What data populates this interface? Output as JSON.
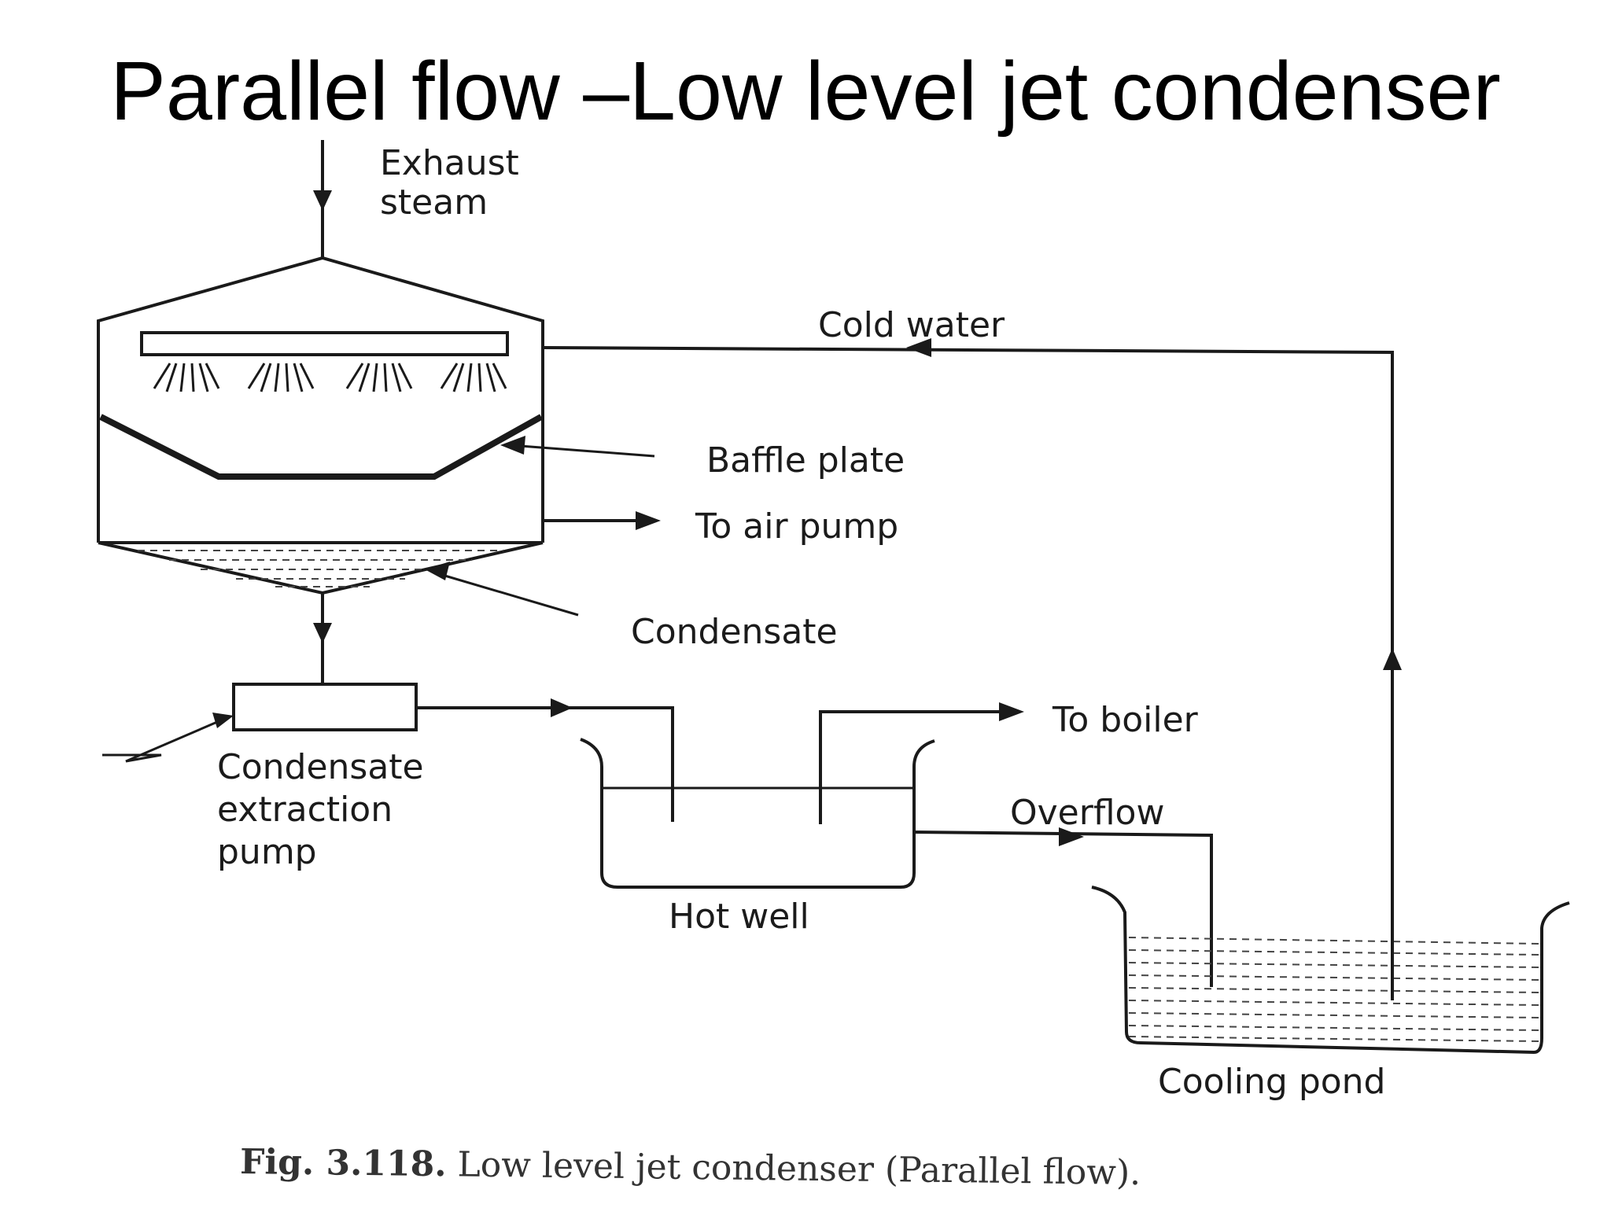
{
  "title": "Parallel flow –Low level jet condenser",
  "labels": {
    "exhaust_line1": "Exhaust",
    "exhaust_line2": "steam",
    "cold_water": "Cold water",
    "baffle_plate": "Baffle plate",
    "to_air_pump": "To air pump",
    "condensate": "Condensate",
    "to_boiler": "To boiler",
    "pump_line1": "Condensate",
    "pump_line2": "extraction",
    "pump_line3": "pump",
    "overflow": "Overflow",
    "hot_well": "Hot well",
    "cooling_pond": "Cooling pond"
  },
  "caption": {
    "prefix": "Fig. 3.118.",
    "text": " Low level jet condenser (Parallel flow)."
  }
}
